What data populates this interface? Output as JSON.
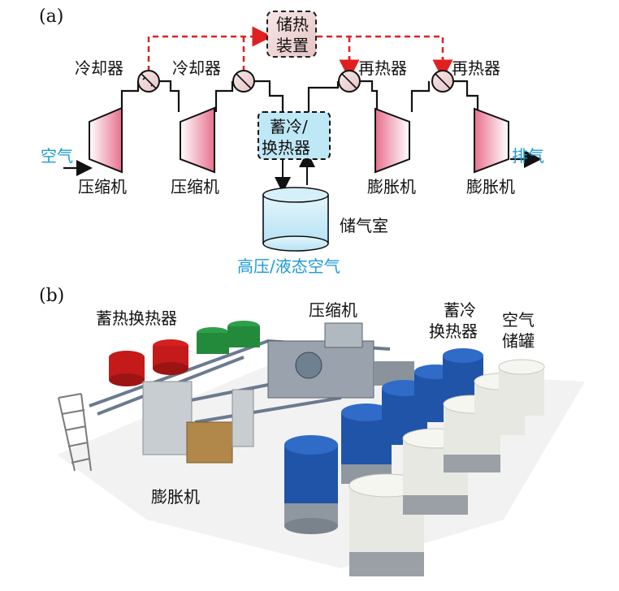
{
  "panel_a": {
    "tag": "(a)",
    "storage_heat": [
      "储热",
      "装置"
    ],
    "cold_storage": [
      "蓄冷/",
      "换热器"
    ],
    "cooler1": "冷却器",
    "cooler2": "冷却器",
    "reheater1": "再热器",
    "reheater2": "再热器",
    "compressor1": "压缩机",
    "compressor2": "压缩机",
    "expander1": "膨胀机",
    "expander2": "膨胀机",
    "air_in": "空气",
    "exhaust": "排气",
    "air_room": "储气室",
    "caption": "高压/液态空气"
  },
  "panel_b": {
    "tag": "(b)",
    "heat_exchanger": "蓄热换热器",
    "compressor": "压缩机",
    "cold_exchanger": [
      "蓄冷",
      "换热器"
    ],
    "air_tank": [
      "空气",
      "储罐"
    ],
    "expander": "膨胀机"
  },
  "colors": {
    "red_dash": "#e02020",
    "blue_text": "#1c9ad6",
    "cold_box": "#bfe8f7",
    "heat_box": "#f4dad6"
  }
}
